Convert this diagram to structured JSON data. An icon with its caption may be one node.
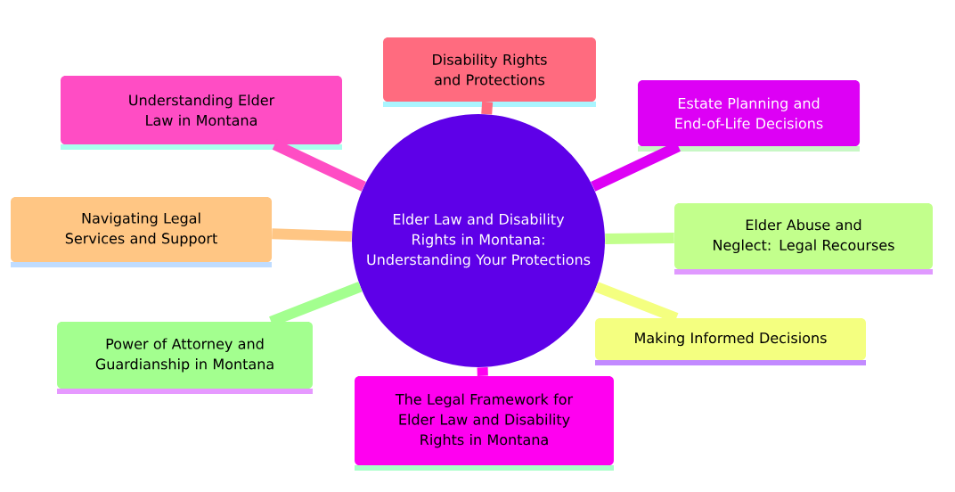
{
  "diagram": {
    "nodes": [
      {
        "text": [
          "Elder Law and Disability Rights in Montana: Understanding Your Protections"
        ]
      },
      {
        "text": [
          "Disability Rights and Protections"
        ]
      },
      {
        "text": [
          "Understanding Elder Law in Montana"
        ]
      },
      {
        "text": [
          "Estate Planning and End-of-Life Decisions"
        ]
      },
      {
        "text": [
          "Navigating Legal Services and Support"
        ]
      },
      {
        "text": [
          "Elder Abuse and Neglect: Legal Recourses"
        ]
      },
      {
        "text": [
          "Making Informed Decisions"
        ]
      },
      {
        "text": [
          "Power of Attorney and Guardianship in Montana"
        ]
      },
      {
        "text": [
          "The Legal Framework for Elder Law and Disability Rights in Montana"
        ]
      }
    ],
    "edges": [
      {
        "from": 0,
        "to": 1,
        "arrow": "none",
        "color": "#ff6b7f"
      },
      {
        "from": 0,
        "to": 2,
        "arrow": "none",
        "color": "#ff4dc4"
      },
      {
        "from": 0,
        "to": 3,
        "arrow": "none",
        "color": "#dd00f5"
      },
      {
        "from": 0,
        "to": 4,
        "arrow": "none",
        "color": "#ffc684"
      },
      {
        "from": 0,
        "to": 5,
        "arrow": "none",
        "color": "#c2ff8c"
      },
      {
        "from": 0,
        "to": 6,
        "arrow": "none",
        "color": "#f4ff80"
      },
      {
        "from": 0,
        "to": 7,
        "arrow": "none",
        "color": "#a3ff8f"
      },
      {
        "from": 0,
        "to": 8,
        "arrow": "none",
        "color": "#ff00f0"
      }
    ]
  }
}
